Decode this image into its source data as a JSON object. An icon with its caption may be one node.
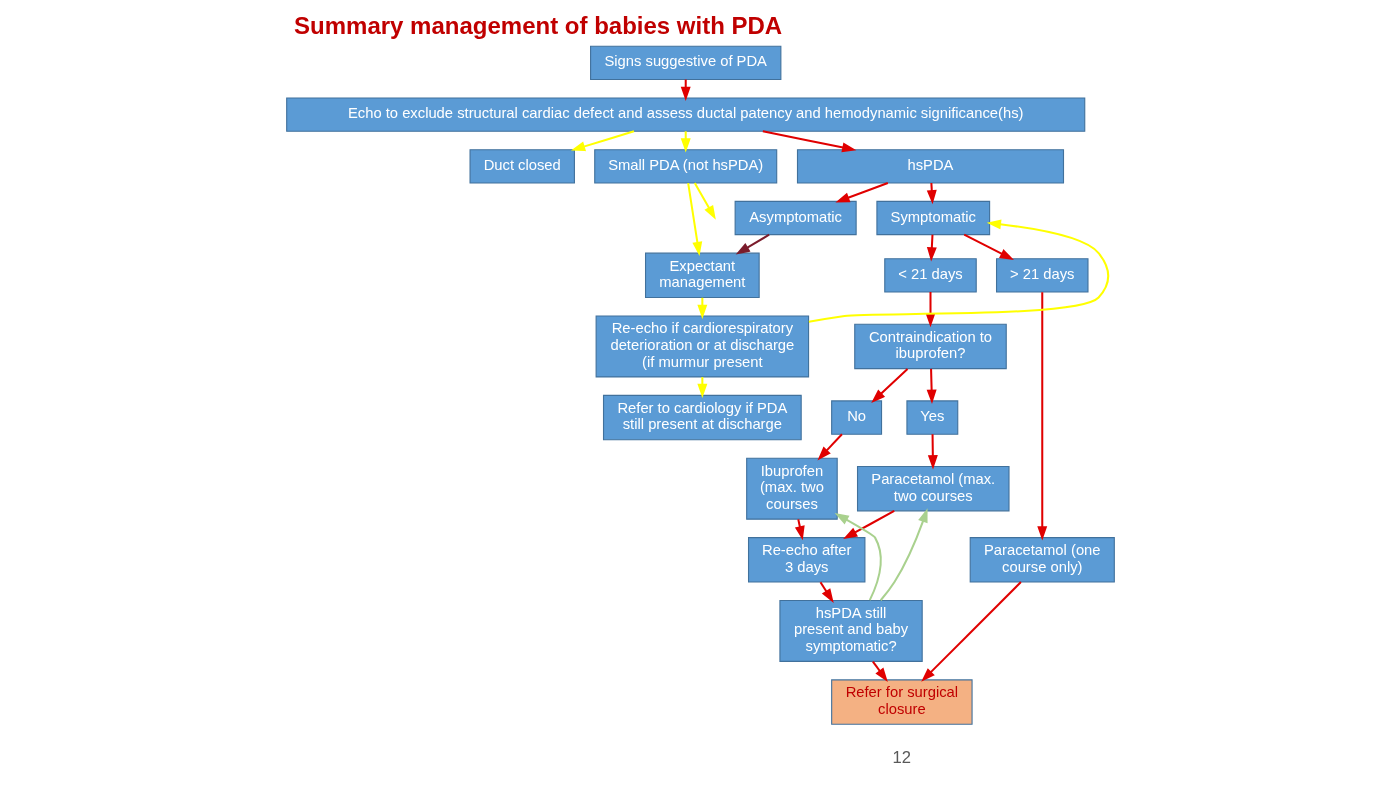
{
  "diagram": {
    "title": "Summary management of babies with PDA",
    "nodes": [
      {
        "text": [
          "Signs suggestive of PDA"
        ]
      },
      {
        "text": [
          "Echo to exclude structural cardiac defect and assess ductal patency and hemodynamic significance(hs)"
        ]
      },
      {
        "text": [
          "Duct closed"
        ]
      },
      {
        "text": [
          "Small PDA (not hsPDA)"
        ]
      },
      {
        "text": [
          "hsPDA"
        ]
      },
      {
        "text": [
          "Asymptomatic"
        ]
      },
      {
        "text": [
          "Symptomatic"
        ]
      },
      {
        "text": [
          "Expectant management"
        ]
      },
      {
        "text": [
          "< 21 days"
        ]
      },
      {
        "text": [
          "> 21 days"
        ]
      },
      {
        "text": [
          "Contraindication to ibuprofen?"
        ]
      },
      {
        "text": [
          "Paracetamol (one course only)"
        ]
      },
      {
        "text": [
          "Re-echo if cardiorespiratory deterioration or at discharge (if murmur present"
        ]
      },
      {
        "text": [
          "No"
        ]
      },
      {
        "text": [
          "Yes"
        ]
      },
      {
        "text": [
          "Ibuprofen (max. two courses"
        ]
      },
      {
        "text": [
          "Paracetamol (max. two courses"
        ]
      },
      {
        "text": [
          "Refer to cardiology if PDA still present at discharge"
        ]
      },
      {
        "text": [
          "Re-echo after 3 days"
        ]
      },
      {
        "text": [
          "Refer for surgical closure"
        ]
      },
      {
        "text": [
          "hsPDA still present and baby symptomatic?"
        ]
      }
    ],
    "edges": [
      {
        "from": 0,
        "to": 1,
        "arrow": "to"
      },
      {
        "from": 1,
        "to": 2,
        "arrow": "to",
        "color": "#ffff00"
      },
      {
        "from": 1,
        "to": 3,
        "arrow": "to",
        "color": "#ffff00"
      },
      {
        "from": 1,
        "to": 4,
        "arrow": "to"
      },
      {
        "from": 4,
        "to": 5,
        "arrow": "to"
      },
      {
        "from": 4,
        "to": 6,
        "arrow": "to"
      },
      {
        "from": 3,
        "to": 7,
        "arrow": "to",
        "color": "#ffff00"
      },
      {
        "from": 3,
        "to": null,
        "arrow": "to",
        "color": "#ffff00"
      },
      {
        "from": 5,
        "to": 7,
        "arrow": "to",
        "color": "#7b1c2c"
      },
      {
        "from": 7,
        "to": 12,
        "arrow": "to",
        "color": "#ffff00"
      },
      {
        "from": 12,
        "to": 6,
        "arrow": "to",
        "color": "#ffff00"
      },
      {
        "from": 6,
        "to": 8,
        "arrow": "to"
      },
      {
        "from": 6,
        "to": 9,
        "arrow": "to"
      },
      {
        "from": 8,
        "to": 10,
        "arrow": "to"
      },
      {
        "from": 9,
        "to": 11,
        "arrow": "to"
      },
      {
        "from": 10,
        "to": 13,
        "arrow": "to"
      },
      {
        "from": 10,
        "to": 14,
        "arrow": "to"
      },
      {
        "from": 12,
        "to": 17,
        "arrow": "to",
        "color": "#ffff00"
      },
      {
        "from": 13,
        "to": 15,
        "arrow": "to"
      },
      {
        "from": 14,
        "to": 16,
        "arrow": "to"
      },
      {
        "from": 15,
        "to": 18,
        "arrow": "to"
      },
      {
        "from": 16,
        "to": 18,
        "arrow": "to"
      },
      {
        "from": 18,
        "to": 20,
        "arrow": "to"
      },
      {
        "from": 20,
        "to": 15,
        "arrow": "to",
        "color": "#a9d18e"
      },
      {
        "from": 20,
        "to": 16,
        "arrow": "to",
        "color": "#a9d18e"
      },
      {
        "from": 11,
        "to": 19,
        "arrow": "to"
      },
      {
        "from": 20,
        "to": 19,
        "arrow": "to"
      }
    ],
    "labels": [
      "12"
    ]
  }
}
